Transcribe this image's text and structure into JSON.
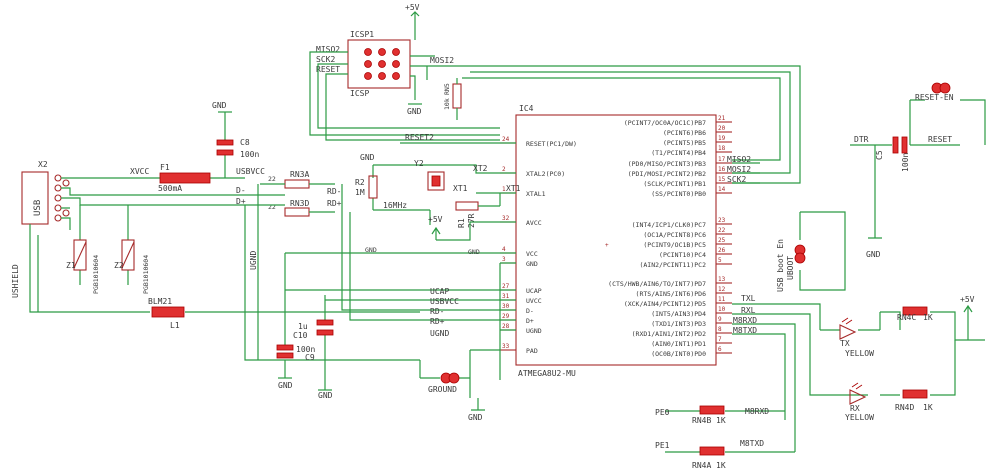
{
  "colors": {
    "wire": "#2c9b44",
    "part": "#a62a2a",
    "fill": "#e03030"
  },
  "ic": {
    "ref": "IC4",
    "value": "ATMEGA8U2-MU",
    "left_pins": [
      {
        "num": "24",
        "label": "RESET(PC1/DW)"
      },
      {
        "num": "2",
        "label": "XTAL2(PC0)"
      },
      {
        "num": "1",
        "label": "XTAL1"
      },
      {
        "num": "32",
        "label": "AVCC"
      },
      {
        "num": "4",
        "label": "VCC"
      },
      {
        "num": "3",
        "label": "GND"
      },
      {
        "num": "27",
        "label": "UCAP"
      },
      {
        "num": "31",
        "label": "UVCC"
      },
      {
        "num": "30",
        "label": "D-"
      },
      {
        "num": "29",
        "label": "D+"
      },
      {
        "num": "28",
        "label": "UGND"
      },
      {
        "num": "33",
        "label": "PAD"
      }
    ],
    "right_pins": [
      {
        "num": "21",
        "label": "(PCINT7/OC0A/OC1C)PB7"
      },
      {
        "num": "20",
        "label": "(PCINT6)PB6"
      },
      {
        "num": "19",
        "label": "(PCINT5)PB5"
      },
      {
        "num": "18",
        "label": "(T1/PCINT4)PB4"
      },
      {
        "num": "17",
        "label": "(PD0/MISO/PCINT3)PB3"
      },
      {
        "num": "16",
        "label": "(PDI/MOSI/PCINT2)PB2"
      },
      {
        "num": "15",
        "label": "(SCLK/PCINT1)PB1"
      },
      {
        "num": "14",
        "label": "(SS/PCINT0)PB0"
      },
      {
        "num": "23",
        "label": "(INT4/ICP1/CLK0)PC7"
      },
      {
        "num": "22",
        "label": "(OC1A/PCINT8)PC6"
      },
      {
        "num": "25",
        "label": "(PCINT9/OC1B)PC5"
      },
      {
        "num": "26",
        "label": "(PCINT10)PC4"
      },
      {
        "num": "5",
        "label": "(AIN2/PCINT11)PC2"
      },
      {
        "num": "13",
        "label": "(CTS/HWB/AIN6/TO/INT7)PD7"
      },
      {
        "num": "12",
        "label": "(RTS/AIN5/INT6)PD6"
      },
      {
        "num": "11",
        "label": "(XCK/AIN4/PCINT12)PD5"
      },
      {
        "num": "10",
        "label": "(INT5/AIN3)PD4"
      },
      {
        "num": "9",
        "label": "(TXD1/INT3)PD3"
      },
      {
        "num": "8",
        "label": "(RXD1/AIN1/INT2)PD2"
      },
      {
        "num": "7",
        "label": "(AIN0/INT1)PD1"
      },
      {
        "num": "6",
        "label": "(OC0B/INT0)PD0"
      }
    ]
  },
  "nets": {
    "xvcc": "XVCC",
    "usbvcc": "USBVCC",
    "usbvcc2": "USBVCC",
    "d_minus": "D-",
    "d_plus": "D+",
    "rd_minus": "RD-",
    "rd_plus": "RD+",
    "rd_minus2": "RD-",
    "rd_plus2": "RD+",
    "ugnd": "UGND",
    "ugnd2": "UGND",
    "ucap": "UCAP",
    "reset2": "RESET2",
    "reset": "RESET",
    "xt2": "XT2",
    "xt1": "XT1",
    "miso2": "MISO2",
    "mosi2": "MOSI2",
    "sck2": "SCK2",
    "txl": "TXL",
    "rxl": "RXL",
    "m8rxd": "M8RXD",
    "m8txd": "M8TXD",
    "m8rxd2": "M8RXD",
    "m8txd2": "M8TXD",
    "pe0": "PE0",
    "pe1": "PE1",
    "dtr": "DTR",
    "ushield": "USHIELD",
    "mosi2_top": "MOSI2"
  },
  "parts": {
    "x2": "X2",
    "usb": "USB",
    "f1": "F1",
    "f1_val": "500mA",
    "z1": "Z1",
    "z1_val": "PGB1010604",
    "z2": "Z2",
    "z2_val": "PGB1010604",
    "l1": "L1",
    "l1_val": "BLM21",
    "rn3a": "RN3A",
    "rn3a_val": "22",
    "rn3d": "RN3D",
    "rn3d_val": "22",
    "c8": "C8",
    "c8_val": "100n",
    "c9": "C9",
    "c9_val": "100n",
    "c10": "C10",
    "c10_val": "1u",
    "r2": "R2",
    "r2_val": "1M",
    "y2": "Y2",
    "y2_val": "16MHz",
    "r1": "R1",
    "r1_val": "27R",
    "icsp": "ICSP1",
    "icsp_bottom": "ICSP",
    "icsp_miso": "MISO2",
    "icsp_sck": "SCK2",
    "icsp_reset": "RESET",
    "rn5": "RN5",
    "rn5_val": "10k",
    "rn5_mosi": "MOSI2",
    "c5": "C5",
    "c5_val": "100n",
    "reset_en": "RESET-EN",
    "usb_boot": "USB boot En",
    "usb_boot_ref": "UBOOT",
    "tx_led": "TX",
    "rx_led": "RX",
    "yellow1": "YELLOW",
    "yellow2": "YELLOW",
    "rn4c": "RN4C",
    "rn4c_val": "1K",
    "rn4d": "RN4D",
    "rn4d_val": "1K",
    "rn4b": "RN4B",
    "rn4b_val": "1K",
    "rn4a": "RN4A",
    "rn4a_val": "1K",
    "ground": "GROUND"
  },
  "power": {
    "vcc_top": "+5V",
    "vcc_mid": "+5V",
    "vcc_right": "+5V",
    "gnd1": "GND",
    "gnd2": "GND",
    "gnd3": "GND",
    "gnd4": "GND",
    "gnd5": "GND",
    "gnd6": "GND",
    "gnd7": "GND",
    "gnd8": "GND",
    "gnd9": "GND"
  }
}
